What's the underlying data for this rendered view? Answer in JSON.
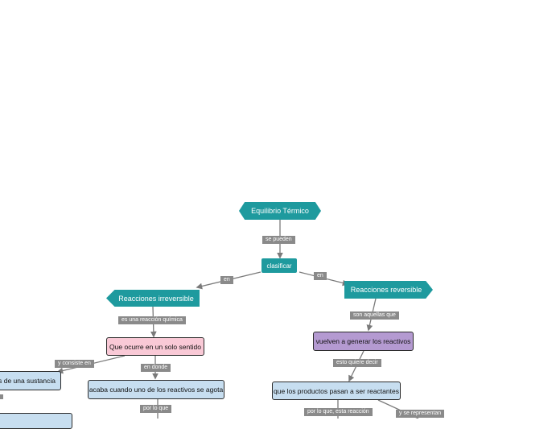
{
  "nodes": {
    "root": "Equilibrio Térmico",
    "classify": "clasificar",
    "irreversible": "Reacciones irreversible",
    "reversible": "Reacciones reversible",
    "one_direction": "Que ocurre en un solo sentido",
    "substance": "es de una sustancia",
    "ends_when": "acaba cuando uno de los reactivos se agota",
    "regenerate": "vuelven a generar los reactivos",
    "products_reactants": "que los productos pasan a ser reactantes"
  },
  "links": {
    "se_pueden": "se pueden",
    "en_left": "en",
    "en_right": "en",
    "es_una_reaccion": "es una reacción química",
    "y_consiste_en": "y consiste en",
    "en_donde": "en donde",
    "por_lo_que": "por lo que",
    "son_aquellas": "son aquellas que",
    "esto_quiere": "esto quiere decir",
    "por_lo_que_esta": "por lo que, esta reacción",
    "y_se_representan": "y se representan"
  },
  "colors": {
    "teal": "#1e9a9e",
    "pink": "#f9c9d6",
    "blue": "#c7def0",
    "purple": "#b49ad1",
    "connector": "#7a7a7a",
    "label_bg": "#8a8a8a"
  }
}
